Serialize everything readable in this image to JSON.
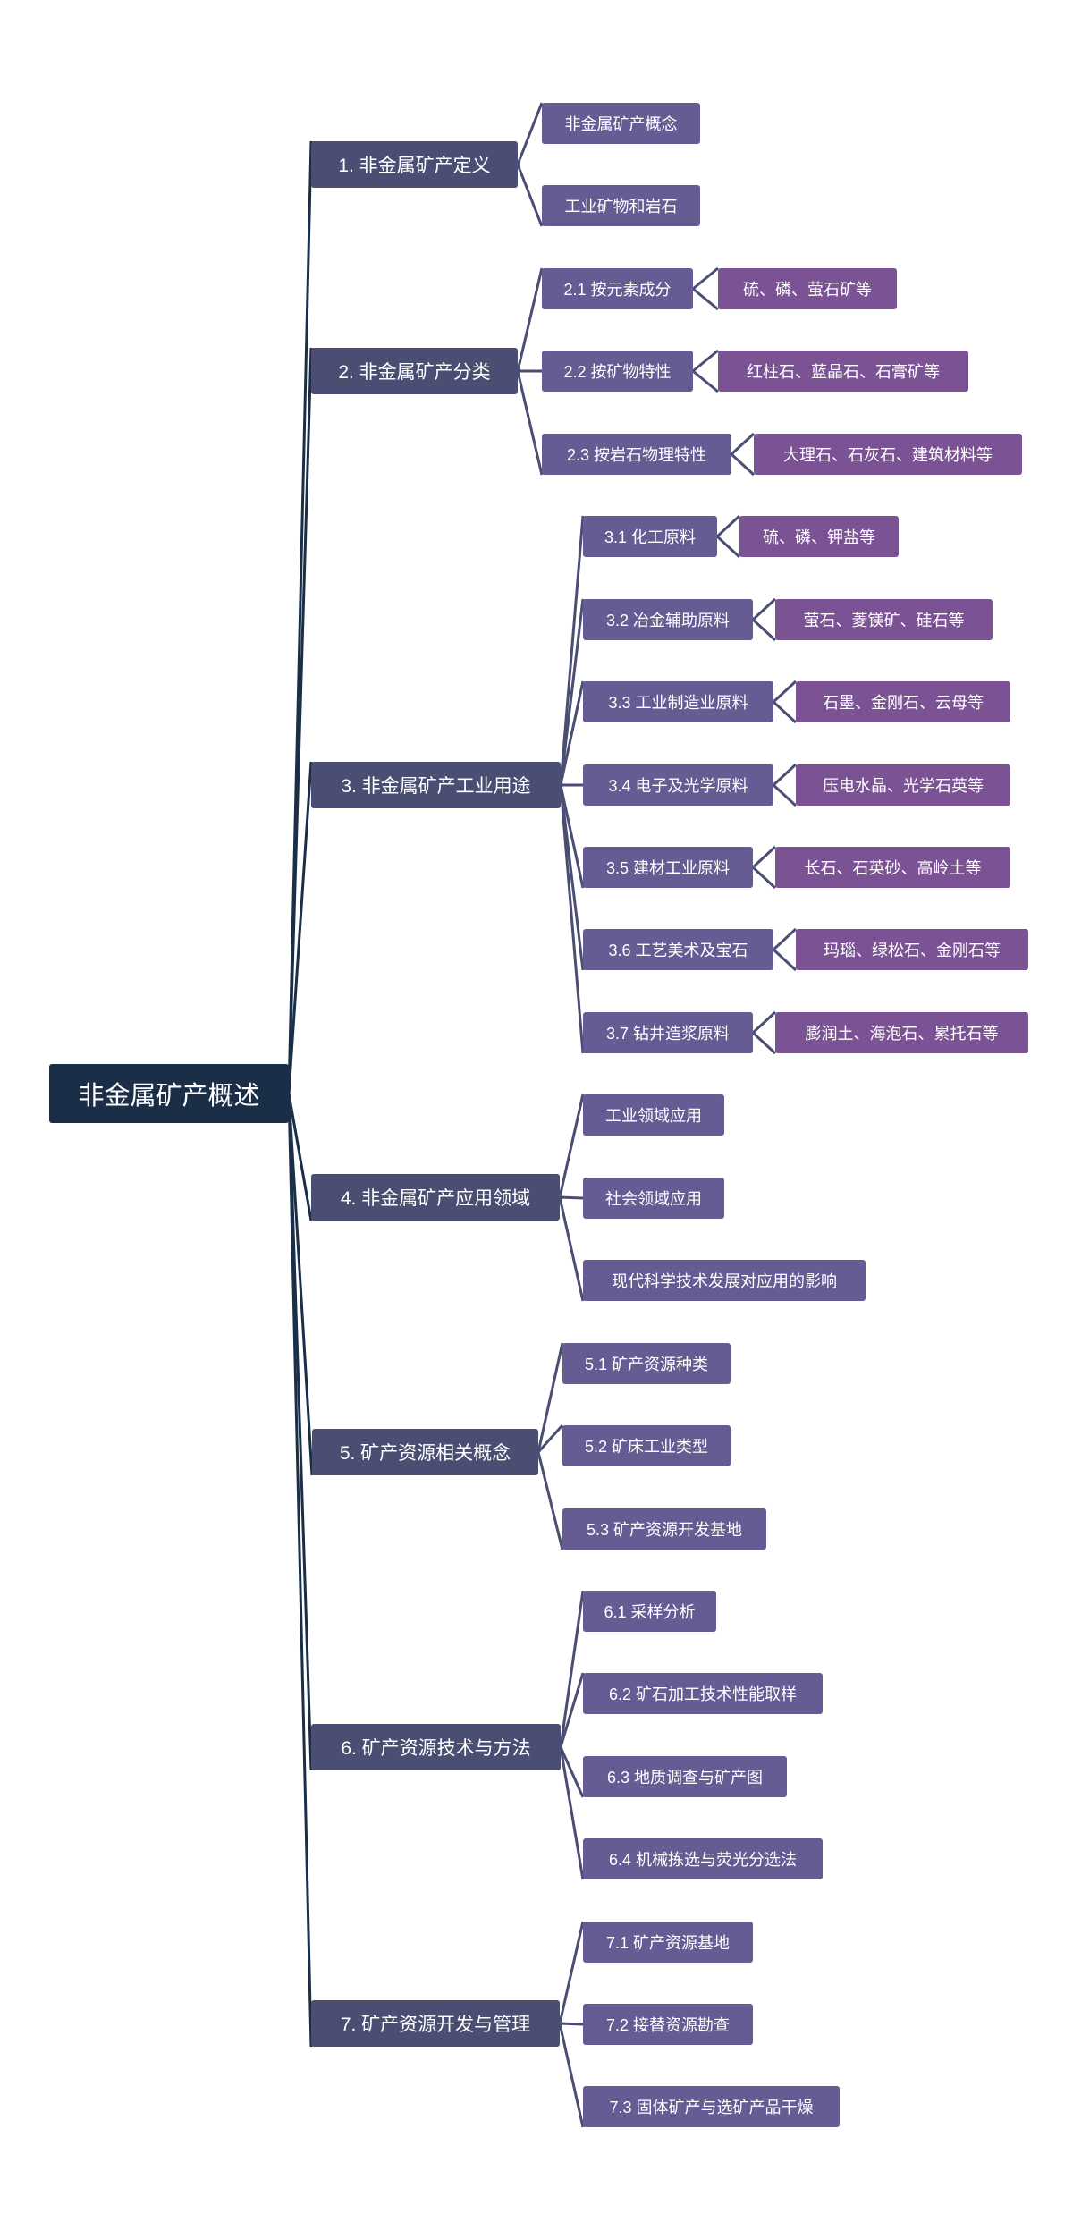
{
  "root": {
    "label": "非金属矿产概述"
  },
  "colors": {
    "root": "#1a2e47",
    "level1": "#4a4e72",
    "level2": "#665b93",
    "level3": "#7b5394",
    "trunk_line": "#1a2e47",
    "branch_line": "#4a4e72"
  },
  "branches": [
    {
      "label": "1. 非金属矿产定义",
      "children": [
        {
          "label": "非金属矿产概念"
        },
        {
          "label": "工业矿物和岩石"
        }
      ]
    },
    {
      "label": "2. 非金属矿产分类",
      "children": [
        {
          "label": "2.1 按元素成分",
          "leaf": "硫、磷、萤石矿等"
        },
        {
          "label": "2.2 按矿物特性",
          "leaf": "红柱石、蓝晶石、石膏矿等"
        },
        {
          "label": "2.3 按岩石物理特性",
          "leaf": "大理石、石灰石、建筑材料等"
        }
      ]
    },
    {
      "label": "3. 非金属矿产工业用途",
      "children": [
        {
          "label": "3.1 化工原料",
          "leaf": "硫、磷、钾盐等"
        },
        {
          "label": "3.2 冶金辅助原料",
          "leaf": "萤石、菱镁矿、硅石等"
        },
        {
          "label": "3.3 工业制造业原料",
          "leaf": "石墨、金刚石、云母等"
        },
        {
          "label": "3.4 电子及光学原料",
          "leaf": "压电水晶、光学石英等"
        },
        {
          "label": "3.5 建材工业原料",
          "leaf": "长石、石英砂、高岭土等"
        },
        {
          "label": "3.6 工艺美术及宝石",
          "leaf": "玛瑙、绿松石、金刚石等"
        },
        {
          "label": "3.7 钻井造浆原料",
          "leaf": "膨润土、海泡石、累托石等"
        }
      ]
    },
    {
      "label": "4. 非金属矿产应用领域",
      "children": [
        {
          "label": "工业领域应用"
        },
        {
          "label": "社会领域应用"
        },
        {
          "label": "现代科学技术发展对应用的影响"
        }
      ]
    },
    {
      "label": "5. 矿产资源相关概念",
      "children": [
        {
          "label": "5.1 矿产资源种类"
        },
        {
          "label": "5.2 矿床工业类型"
        },
        {
          "label": "5.3 矿产资源开发基地"
        }
      ]
    },
    {
      "label": "6. 矿产资源技术与方法",
      "children": [
        {
          "label": "6.1 采样分析"
        },
        {
          "label": "6.2 矿石加工技术性能取样"
        },
        {
          "label": "6.3 地质调查与矿产图"
        },
        {
          "label": "6.4 机械拣选与荧光分选法"
        }
      ]
    },
    {
      "label": "7. 矿产资源开发与管理",
      "children": [
        {
          "label": "7.1 矿产资源基地"
        },
        {
          "label": "7.2 接替资源勘查"
        },
        {
          "label": "7.3 固体矿产与选矿产品干燥"
        }
      ]
    }
  ]
}
